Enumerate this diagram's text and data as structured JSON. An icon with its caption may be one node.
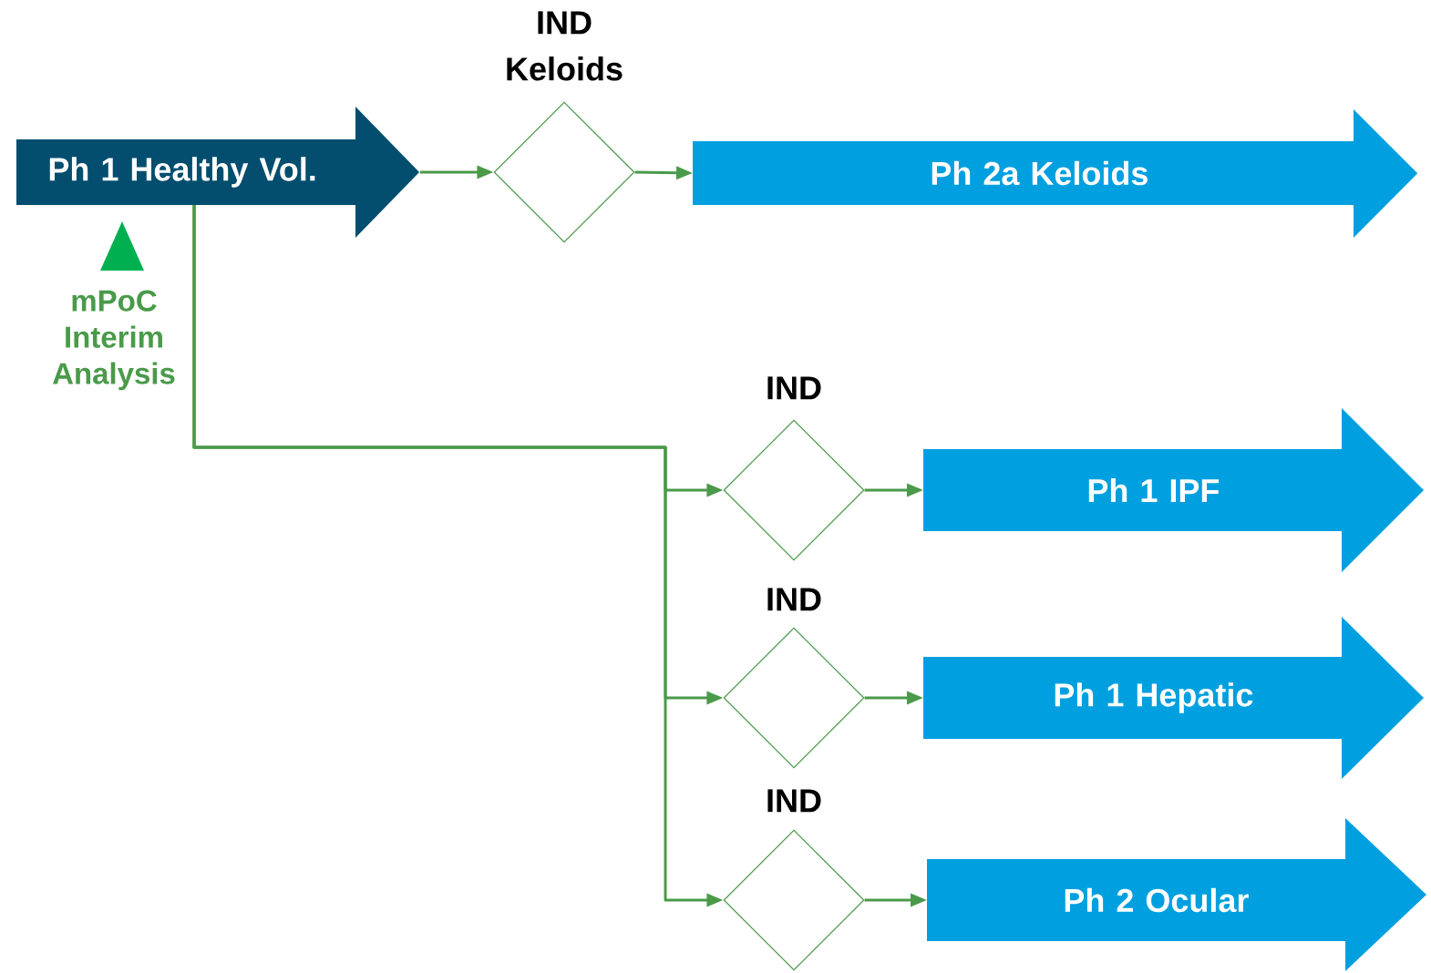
{
  "diagram": {
    "nodes": [
      {
        "text": [
          "Ph 1 Healthy Vol."
        ]
      },
      {
        "text": [
          "IND Keloids"
        ]
      },
      {
        "text": [
          "Ph 2a  Keloids"
        ]
      },
      {
        "text": [
          "IND"
        ]
      },
      {
        "text": [
          "Ph 1 IPF"
        ]
      },
      {
        "text": [
          "IND"
        ]
      },
      {
        "text": [
          "Ph 1 Hepatic"
        ]
      },
      {
        "text": [
          "IND"
        ]
      },
      {
        "text": [
          "Ph 2 Ocular"
        ]
      }
    ],
    "edges": [
      {
        "from": 0,
        "to": 1,
        "arrow": "to"
      },
      {
        "from": 1,
        "to": 2,
        "arrow": "to"
      },
      {
        "from": 0,
        "to": 3,
        "arrow": "to"
      },
      {
        "from": 0,
        "to": 5,
        "arrow": "to"
      },
      {
        "from": 0,
        "to": 7,
        "arrow": "to"
      },
      {
        "from": 3,
        "to": 4,
        "arrow": "to"
      },
      {
        "from": 5,
        "to": 6,
        "arrow": "to"
      },
      {
        "from": 7,
        "to": 8,
        "arrow": "to"
      }
    ],
    "labels": [
      "mPoC Interim Analysis"
    ]
  }
}
